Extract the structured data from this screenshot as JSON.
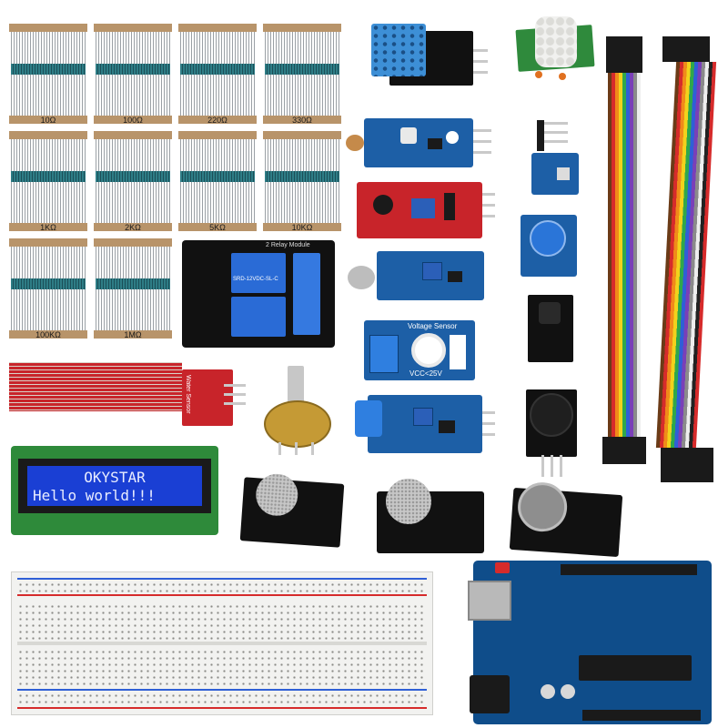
{
  "resistors": [
    {
      "label": "10Ω"
    },
    {
      "label": "100Ω"
    },
    {
      "label": "220Ω"
    },
    {
      "label": "330Ω"
    },
    {
      "label": "1KΩ"
    },
    {
      "label": "2KΩ"
    },
    {
      "label": "5KΩ"
    },
    {
      "label": "10KΩ"
    },
    {
      "label": "100KΩ"
    },
    {
      "label": "1MΩ"
    }
  ],
  "lcd": {
    "line1": "OKYSTAR",
    "line2": "Hello world!!!"
  },
  "relay": {
    "label": "2 Relay Module",
    "relay_text": "SRD-12VDC-SL-C"
  },
  "water_sensor": {
    "label": "Water Sensor"
  },
  "voltage_sensor": {
    "title": "Voltage Sensor",
    "spec": "VCC<25V"
  },
  "colors": {
    "pcb_blue": "#1d5fa6",
    "pcb_red": "#c8242a",
    "pcb_black": "#111111",
    "lcd_blue": "#1a3fd4",
    "arduino": "#0f4d8a"
  }
}
